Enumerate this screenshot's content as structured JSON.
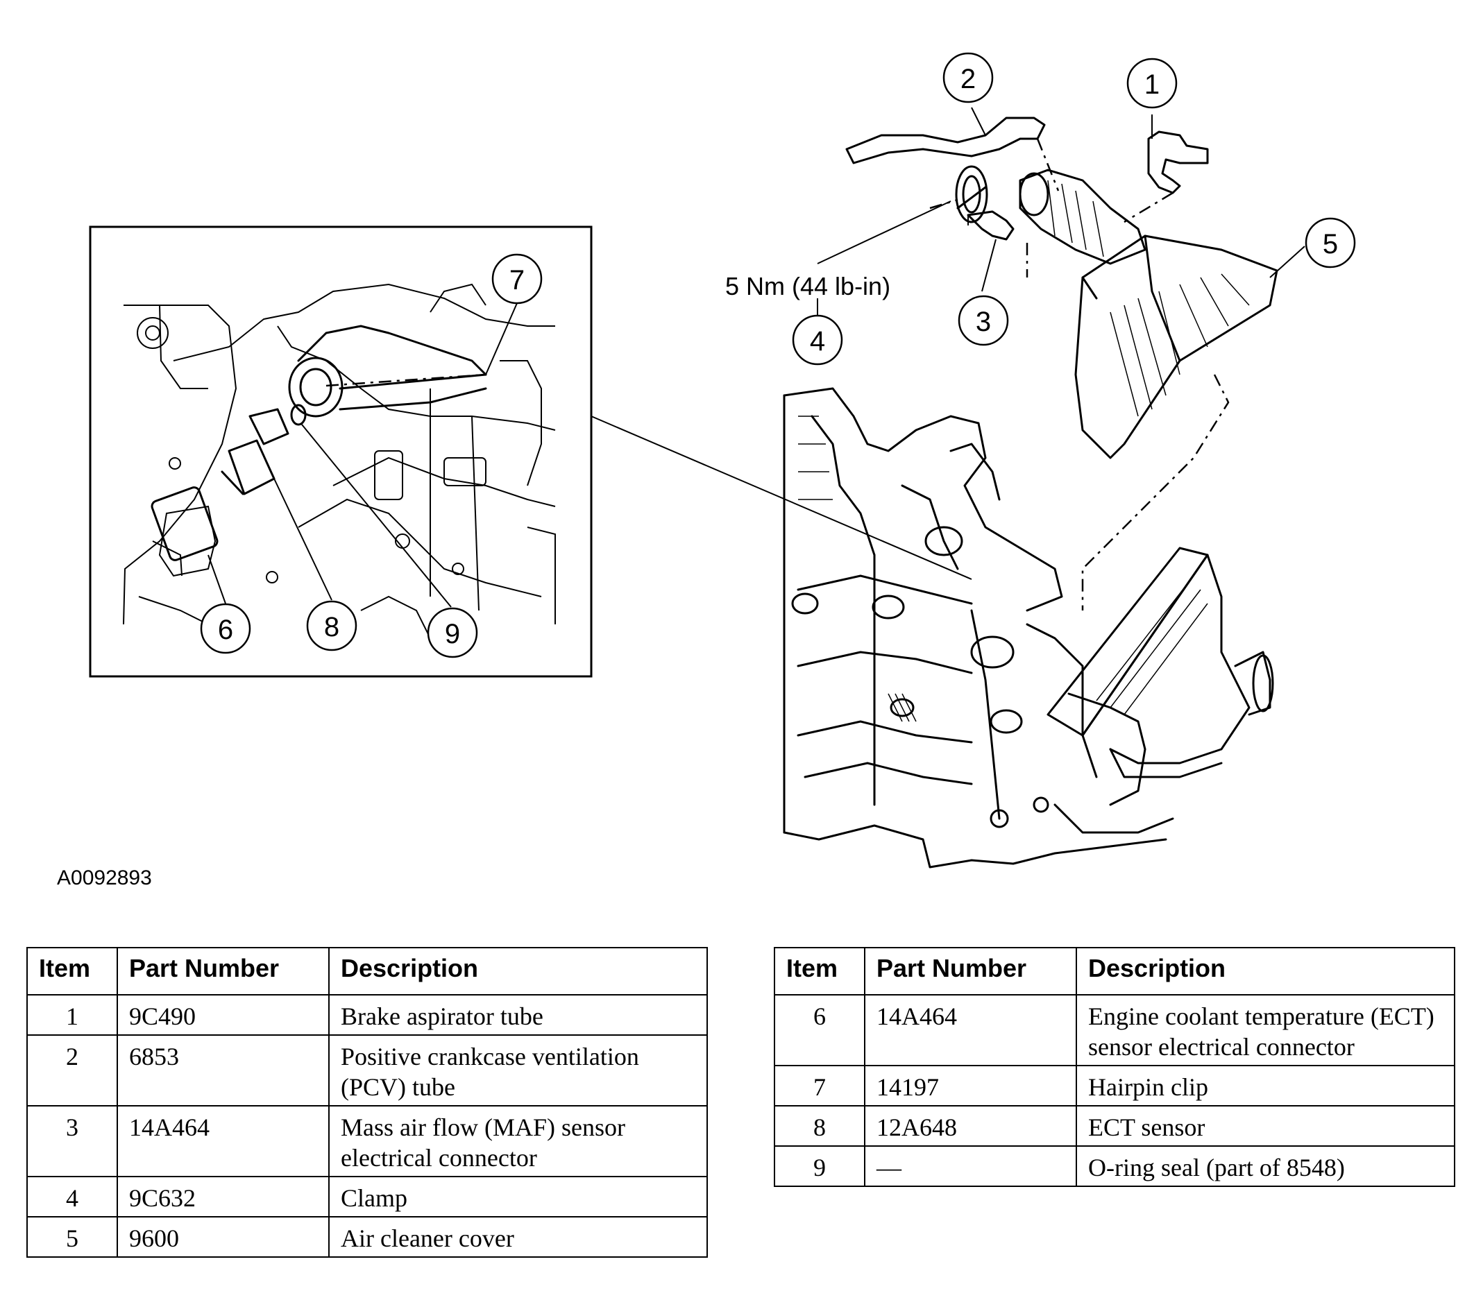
{
  "figure": {
    "id": "A0092893",
    "torque_spec": "5 Nm (44 lb-in)",
    "callouts": [
      "1",
      "2",
      "3",
      "4",
      "5",
      "6",
      "7",
      "8",
      "9"
    ]
  },
  "tables": {
    "headers": [
      "Item",
      "Part Number",
      "Description"
    ],
    "left_rows": [
      {
        "item": "1",
        "part": "9C490",
        "desc": "Brake aspirator tube"
      },
      {
        "item": "2",
        "part": "6853",
        "desc": "Positive crankcase ventilation (PCV) tube"
      },
      {
        "item": "3",
        "part": "14A464",
        "desc": "Mass air flow (MAF) sensor electrical connector"
      },
      {
        "item": "4",
        "part": "9C632",
        "desc": "Clamp"
      },
      {
        "item": "5",
        "part": "9600",
        "desc": "Air cleaner cover"
      }
    ],
    "right_rows": [
      {
        "item": "6",
        "part": "14A464",
        "desc": "Engine coolant temperature (ECT) sensor electrical connector"
      },
      {
        "item": "7",
        "part": "14197",
        "desc": "Hairpin clip"
      },
      {
        "item": "8",
        "part": "12A648",
        "desc": "ECT sensor"
      },
      {
        "item": "9",
        "part": "—",
        "desc": "O-ring seal (part of 8548)"
      }
    ]
  }
}
